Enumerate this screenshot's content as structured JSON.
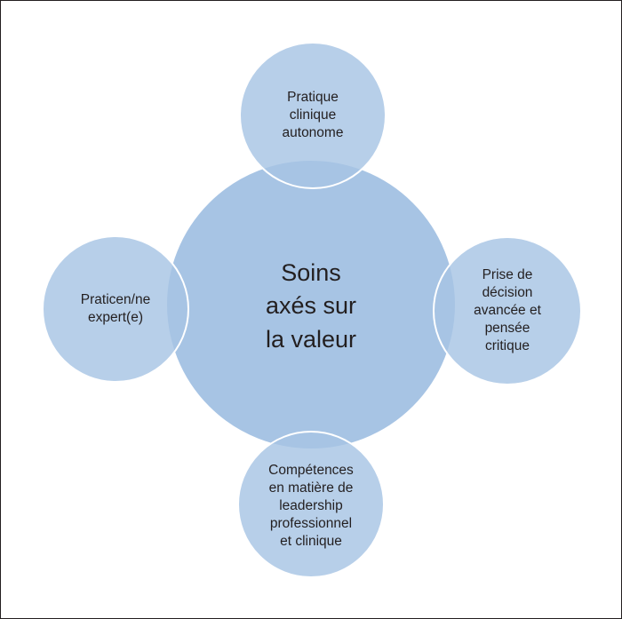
{
  "diagram": {
    "center": {
      "text": "Soins\naxés sur\nla valeur"
    },
    "nodes": {
      "top": {
        "text": "Pratique\nclinique\nautonome"
      },
      "right": {
        "text": "Prise de\ndécision\navancée et\npensée\ncritique"
      },
      "bottom": {
        "text": "Compétences\nen matière de\nleadership\nprofessionnel\net clinique"
      },
      "left": {
        "text": "Praticen/ne\nexpert(e)"
      }
    },
    "colors": {
      "circle_fill": "#a7c4e4",
      "circle_overlap": "#8fb4dc",
      "circle_stroke": "#ffffff",
      "text": "#231f20",
      "frame_border": "#231f20"
    }
  }
}
